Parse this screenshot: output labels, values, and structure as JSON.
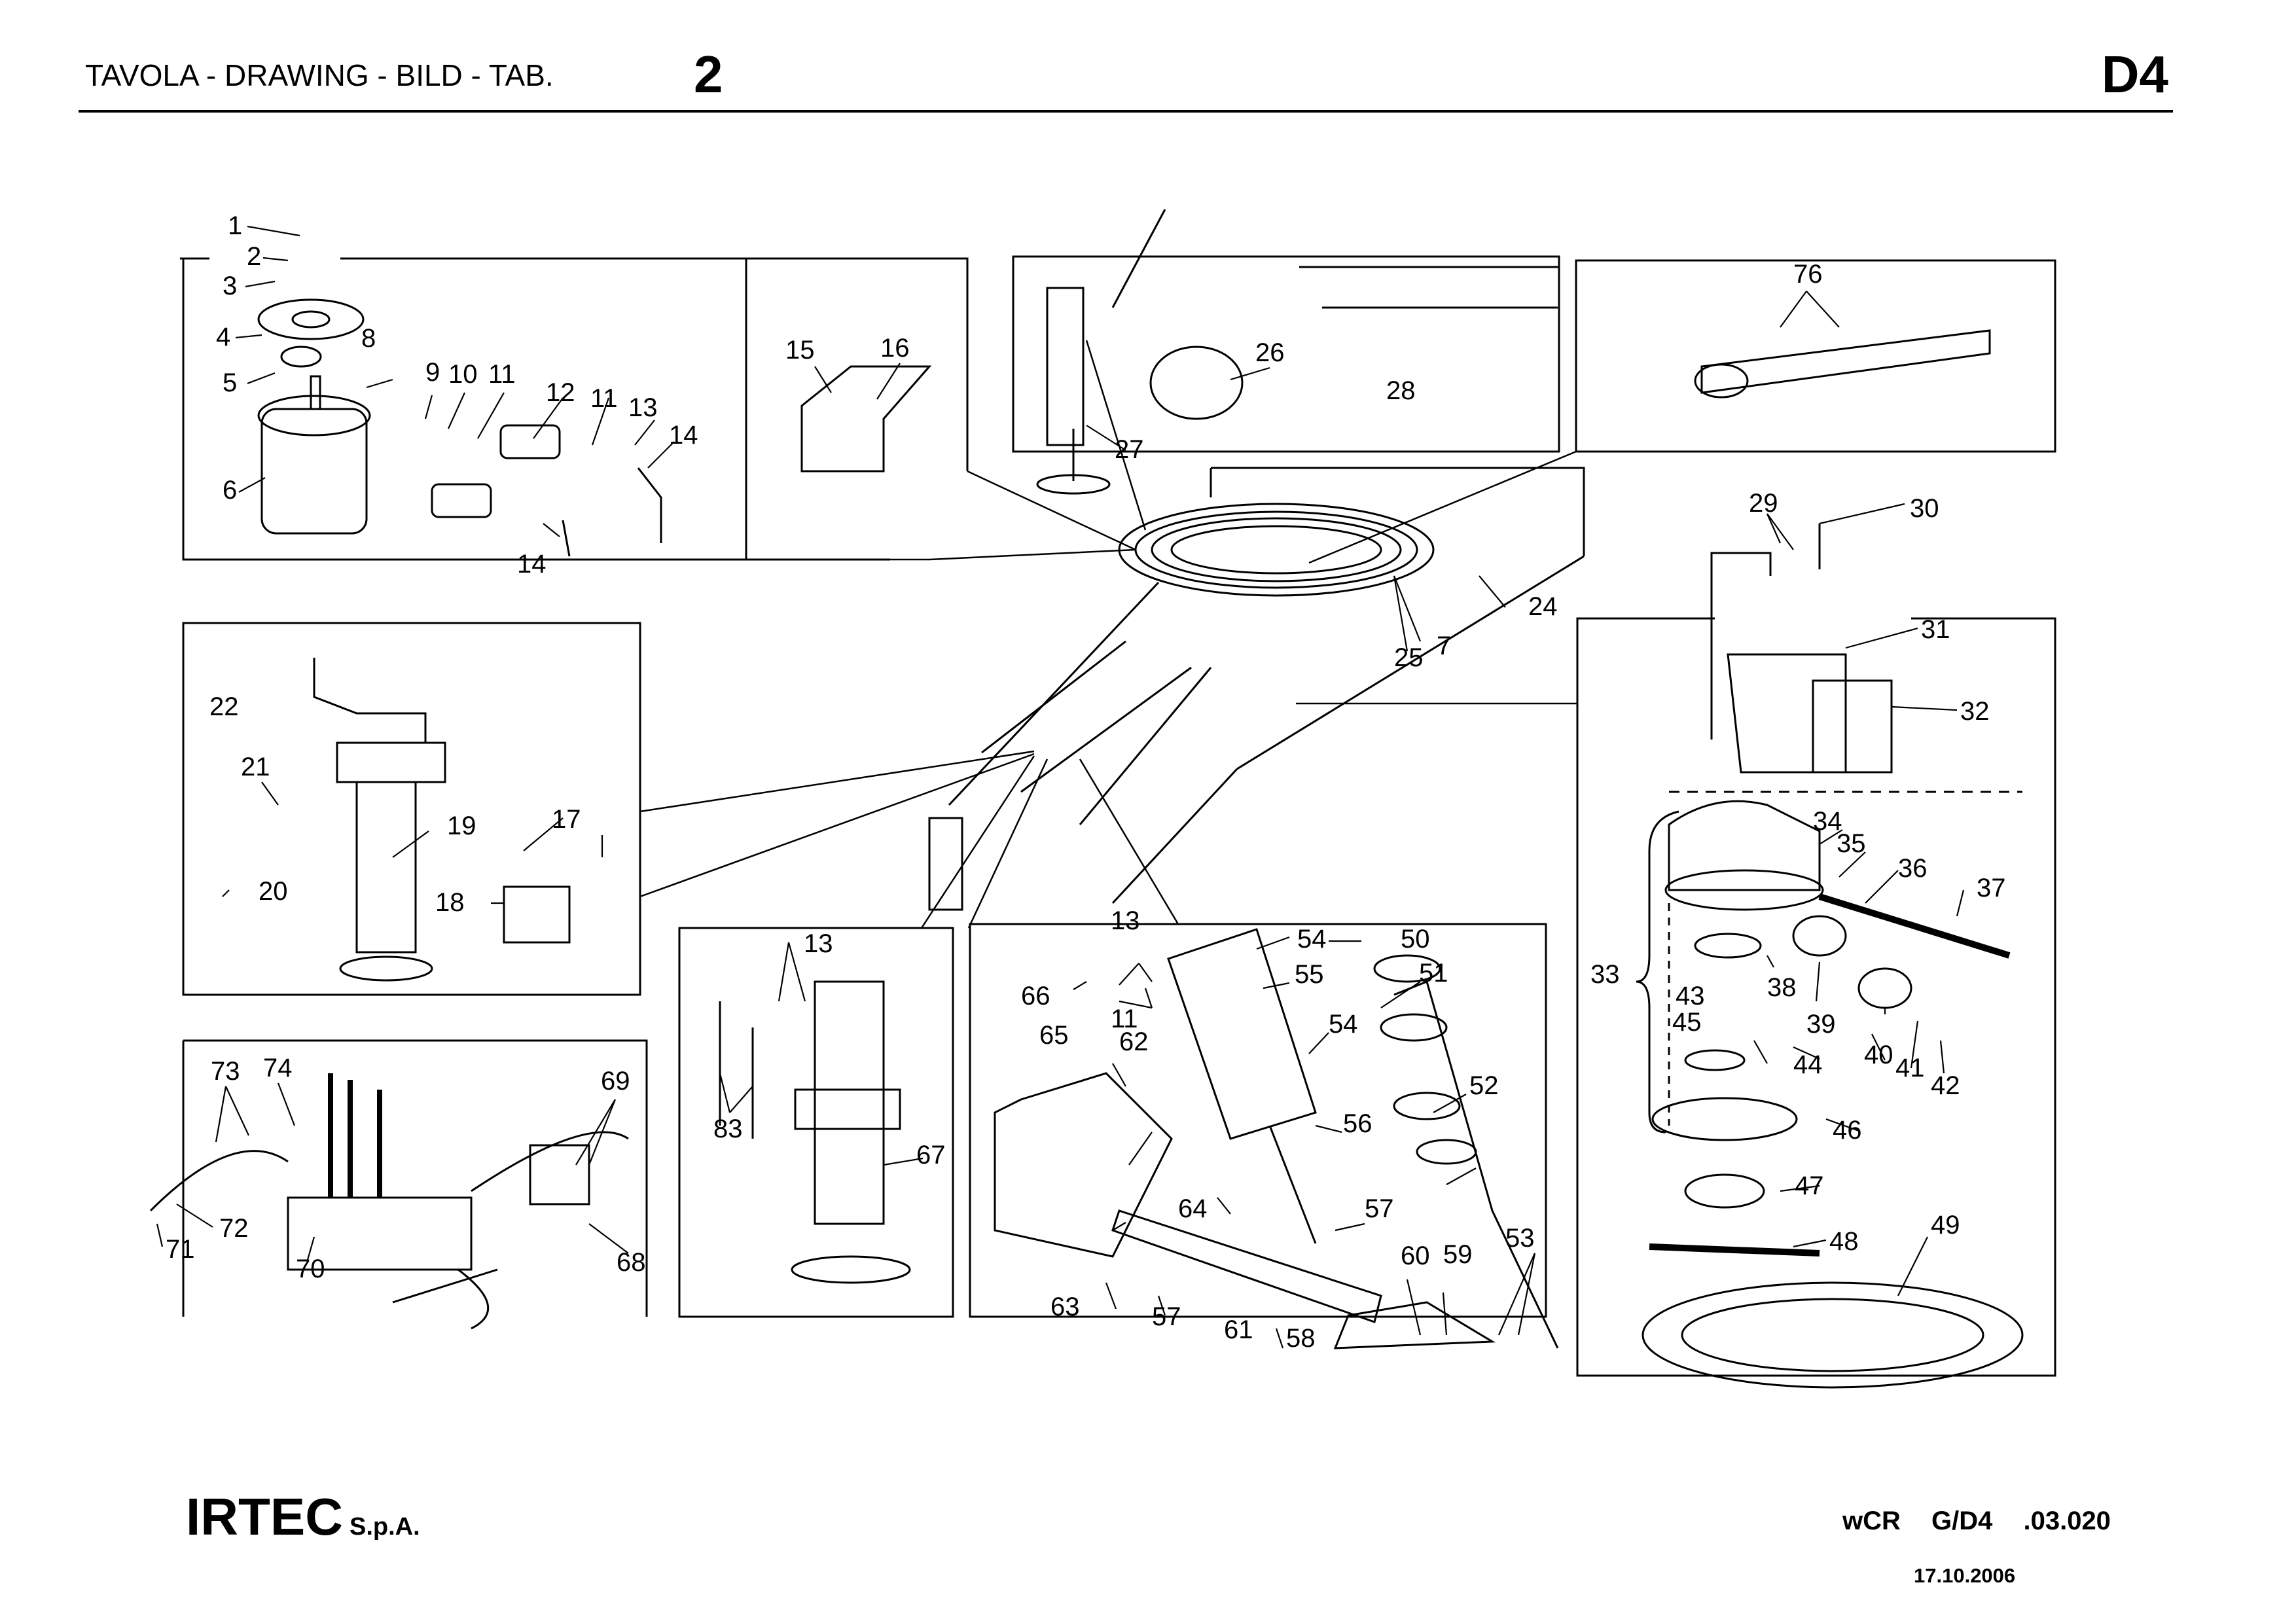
{
  "header": {
    "title": "TAVOLA - DRAWING - BILD - TAB.",
    "table_number": "2",
    "page_code": "D4"
  },
  "drawing": {
    "part_labels": {
      "p1": "1",
      "p2": "2",
      "p3": "3",
      "p4": "4",
      "p5": "5",
      "p6": "6",
      "p7": "7",
      "p8": "8",
      "p9": "9",
      "p10": "10",
      "p11a": "11",
      "p11b": "11",
      "p11c": "11",
      "p12": "12",
      "p13a": "13",
      "p13b": "13",
      "p13c": "13",
      "p14a": "14",
      "p14b": "14",
      "p15": "15",
      "p16": "16",
      "p17": "17",
      "p18": "18",
      "p19": "19",
      "p20": "20",
      "p21": "21",
      "p22": "22",
      "p24": "24",
      "p25": "25",
      "p26": "26",
      "p27": "27",
      "p28": "28",
      "p29": "29",
      "p30": "30",
      "p31": "31",
      "p32": "32",
      "p33": "33",
      "p34": "34",
      "p35": "35",
      "p36": "36",
      "p37": "37",
      "p38": "38",
      "p39": "39",
      "p40": "40",
      "p41": "41",
      "p42": "42",
      "p43": "43",
      "p44": "44",
      "p45": "45",
      "p46": "46",
      "p47": "47",
      "p48": "48",
      "p49": "49",
      "p50": "50",
      "p51": "51",
      "p52": "52",
      "p53": "53",
      "p54a": "54",
      "p54b": "54",
      "p55": "55",
      "p56": "56",
      "p57a": "57",
      "p57b": "57",
      "p58": "58",
      "p59": "59",
      "p60": "60",
      "p61": "61",
      "p62": "62",
      "p63": "63",
      "p64": "64",
      "p65": "65",
      "p66": "66",
      "p67": "67",
      "p68": "68",
      "p69": "69",
      "p70": "70",
      "p71": "71",
      "p72": "72",
      "p73": "73",
      "p74": "74",
      "p76": "76",
      "p83": "83"
    }
  },
  "footer": {
    "company": "IRTEC",
    "company_suffix": "S.p.A.",
    "document_ref": "wCR G/D4 .03.020",
    "date": "17.10.2006"
  }
}
